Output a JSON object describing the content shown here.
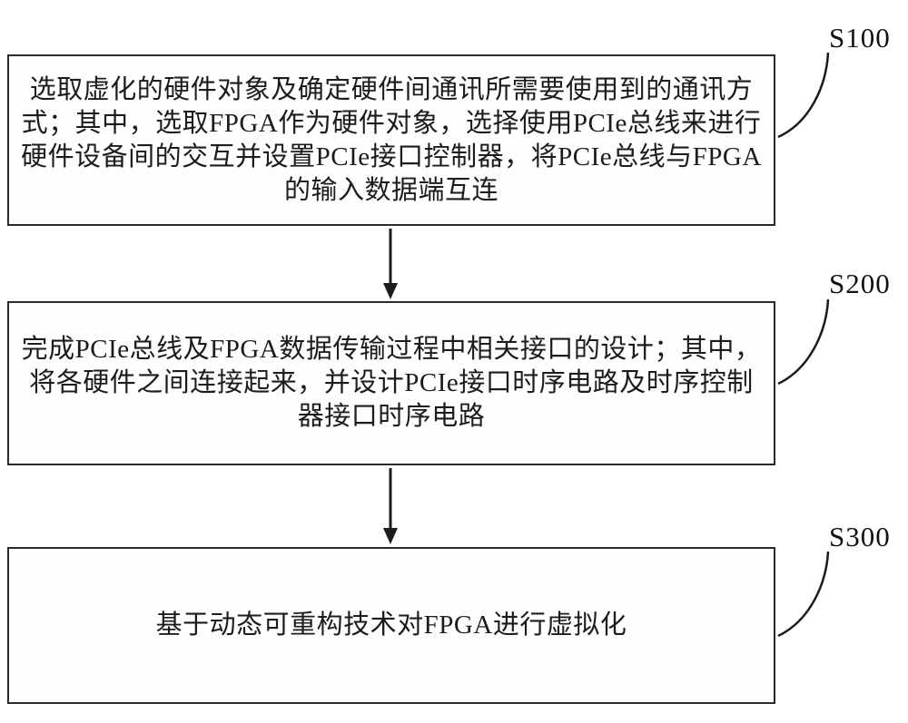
{
  "colors": {
    "ink": "#1c1c1c",
    "border": "#2a2a2a",
    "background": "#ffffff"
  },
  "steps": [
    {
      "label": "S100",
      "lines": [
        "选取虚化的硬件对象及确定硬件间通讯所需要使用到的通讯方",
        "式；其中，选取FPGA作为硬件对象，选择使用PCIe总线来进行",
        "硬件设备间的交互并设置PCIe接口控制器，将PCIe总线与FPGA",
        "的输入数据端互连"
      ]
    },
    {
      "label": "S200",
      "lines": [
        "完成PCIe总线及FPGA数据传输过程中相关接口的设计；其中，",
        "将各硬件之间连接起来，并设计PCIe接口时序电路及时序控制",
        "器接口时序电路"
      ]
    },
    {
      "label": "S300",
      "lines": [
        "基于动态可重构技术对FPGA进行虚拟化"
      ]
    }
  ]
}
